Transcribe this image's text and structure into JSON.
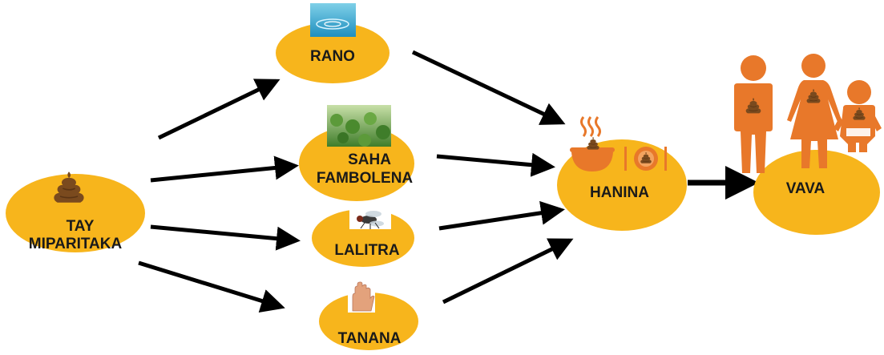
{
  "colors": {
    "node_fill": "#F7B51C",
    "label_text": "#1a1a1a",
    "arrow": "#000000",
    "person_icon": "#E8782A",
    "poop_icon": "#7A4A1E"
  },
  "nodes": {
    "source": {
      "label_line1": "TAY",
      "label_line2": "MIPARITAKA",
      "icon": "poop-icon"
    },
    "water": {
      "label": "RANO",
      "icon": "water-photo"
    },
    "field": {
      "label_line1": "SAHA",
      "label_line2": "FAMBOLENA",
      "icon": "field-photo"
    },
    "fly": {
      "label": "LALITRA",
      "icon": "fly-photo"
    },
    "hand": {
      "label": "TANANA",
      "icon": "hand-photo"
    },
    "food": {
      "label": "HANINA",
      "icon": "food-icon"
    },
    "mouth": {
      "label": "VAVA",
      "icon": "family-icon"
    }
  },
  "edges": [
    {
      "from": "source",
      "to": "water"
    },
    {
      "from": "source",
      "to": "field"
    },
    {
      "from": "source",
      "to": "fly"
    },
    {
      "from": "source",
      "to": "hand"
    },
    {
      "from": "water",
      "to": "food"
    },
    {
      "from": "field",
      "to": "food"
    },
    {
      "from": "fly",
      "to": "food"
    },
    {
      "from": "hand",
      "to": "food"
    },
    {
      "from": "food",
      "to": "mouth"
    }
  ]
}
